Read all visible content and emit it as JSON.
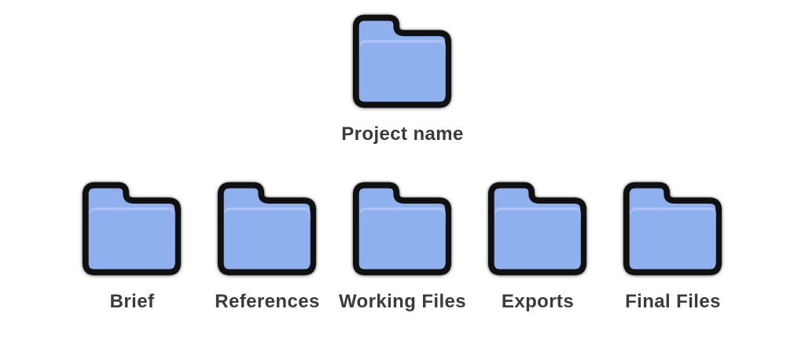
{
  "palette": {
    "canvas_bg": "#ffffff",
    "folder_fill": "#8FB0EF",
    "folder_seam": "#AEC3F5",
    "folder_outline": "#101010",
    "label_color": "#3B3B3D"
  },
  "icons": {
    "folder": "folder-icon"
  },
  "root": {
    "label": "Project name"
  },
  "children": [
    {
      "label": "Brief"
    },
    {
      "label": "References"
    },
    {
      "label": "Working Files"
    },
    {
      "label": "Exports"
    },
    {
      "label": "Final Files"
    }
  ]
}
